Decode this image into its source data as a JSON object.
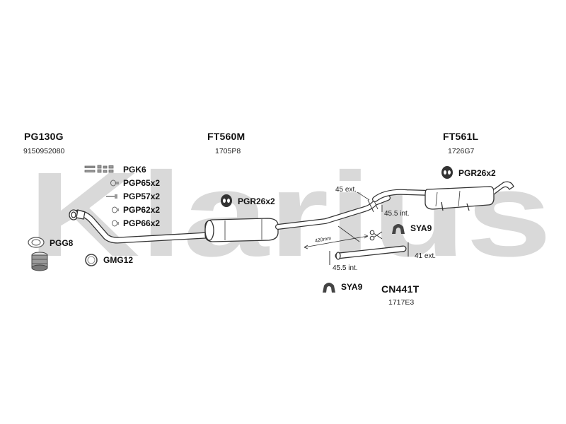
{
  "watermark": "Klarius",
  "colors": {
    "watermark": "#d9d9d9",
    "line": "#333333",
    "pipe_fill": "#ffffff"
  },
  "assemblies": {
    "front": {
      "code": "PG130G",
      "number": "9150952080"
    },
    "middle": {
      "code": "FT560M",
      "number": "1705P8"
    },
    "rear": {
      "code": "FT561L",
      "number": "1726G7"
    },
    "connector": {
      "code": "CN441T",
      "number": "1717E3"
    }
  },
  "fitting_kits": [
    {
      "label": "PGK6",
      "icon": "bolt-set-icon"
    },
    {
      "label": "PGP65x2",
      "icon": "clamp-icon"
    },
    {
      "label": "PGP57x2",
      "icon": "bolt-icon"
    },
    {
      "label": "PGP62x2",
      "icon": "clamp-icon"
    },
    {
      "label": "PGP66x2",
      "icon": "clamp-icon"
    }
  ],
  "parts": {
    "pgg8": "PGG8",
    "gmg12": "GMG12",
    "pgr_middle": "PGR26x2",
    "pgr_rear": "PGR26x2",
    "sya9_right": "SYA9",
    "sya9_bottom": "SYA9"
  },
  "dimensions": {
    "ext_45": "45 ext.",
    "int_45_5_top": "45.5 int.",
    "length_420": "420mm",
    "ext_41": "41 ext.",
    "int_45_5_bottom": "45.5 int."
  }
}
